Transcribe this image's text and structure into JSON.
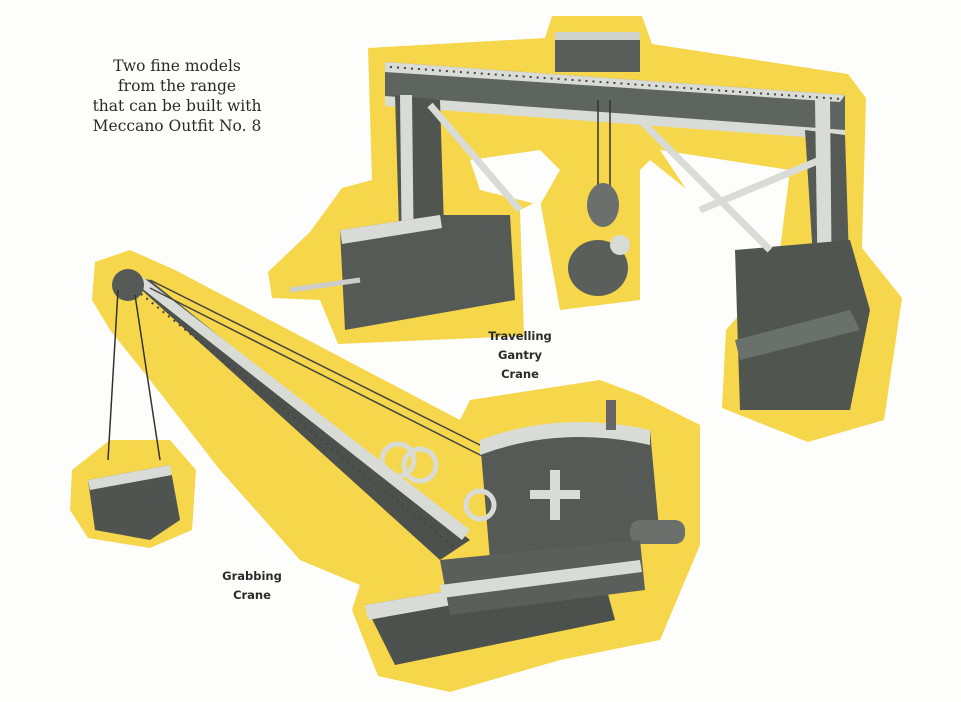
{
  "intro": {
    "lines": [
      "Two fine models",
      "from the range",
      "that can be built with",
      "Meccano Outfit No. 8"
    ]
  },
  "models": [
    {
      "caption_lines": [
        "Travelling",
        "Gantry",
        "Crane"
      ]
    },
    {
      "caption_lines": [
        "Grabbing",
        "Crane"
      ]
    }
  ],
  "colors": {
    "highlight": "#f6d64a",
    "metal": "#5e6460",
    "strip": "#d9dcd6",
    "background": "#fdfdfb"
  }
}
